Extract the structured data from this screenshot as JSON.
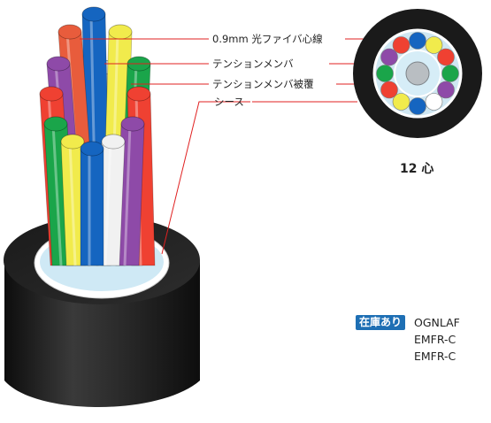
{
  "labels": {
    "fiber_core": "0.9mm 光ファイバ心線",
    "tension_member": "テンションメンバ",
    "tension_member_coating": "テンションメンバ被覆",
    "sheath": "シース"
  },
  "cross_section_caption": "12 心",
  "stock_badge": "在庫あり",
  "models": [
    "OGNLAF",
    "EMFR-C",
    "EMFR-C"
  ],
  "colors": {
    "badge": "#1e6fb4",
    "sheath": "#1d1d1d",
    "leader_line": "#e02020",
    "tension_member": "#c8ccd0",
    "tension_coating": "#d3ecf7",
    "fiber_colors": [
      "#1565c0",
      "#f1eb4c",
      "#f1f1f1",
      "#8e4aa8",
      "#ef4132",
      "#e85c3c",
      "#1aa54a",
      "#ef4132",
      "#8e4aa8",
      "#c4dd36",
      "#ffffff",
      "#f4efb0"
    ]
  },
  "fiber_count": 12
}
